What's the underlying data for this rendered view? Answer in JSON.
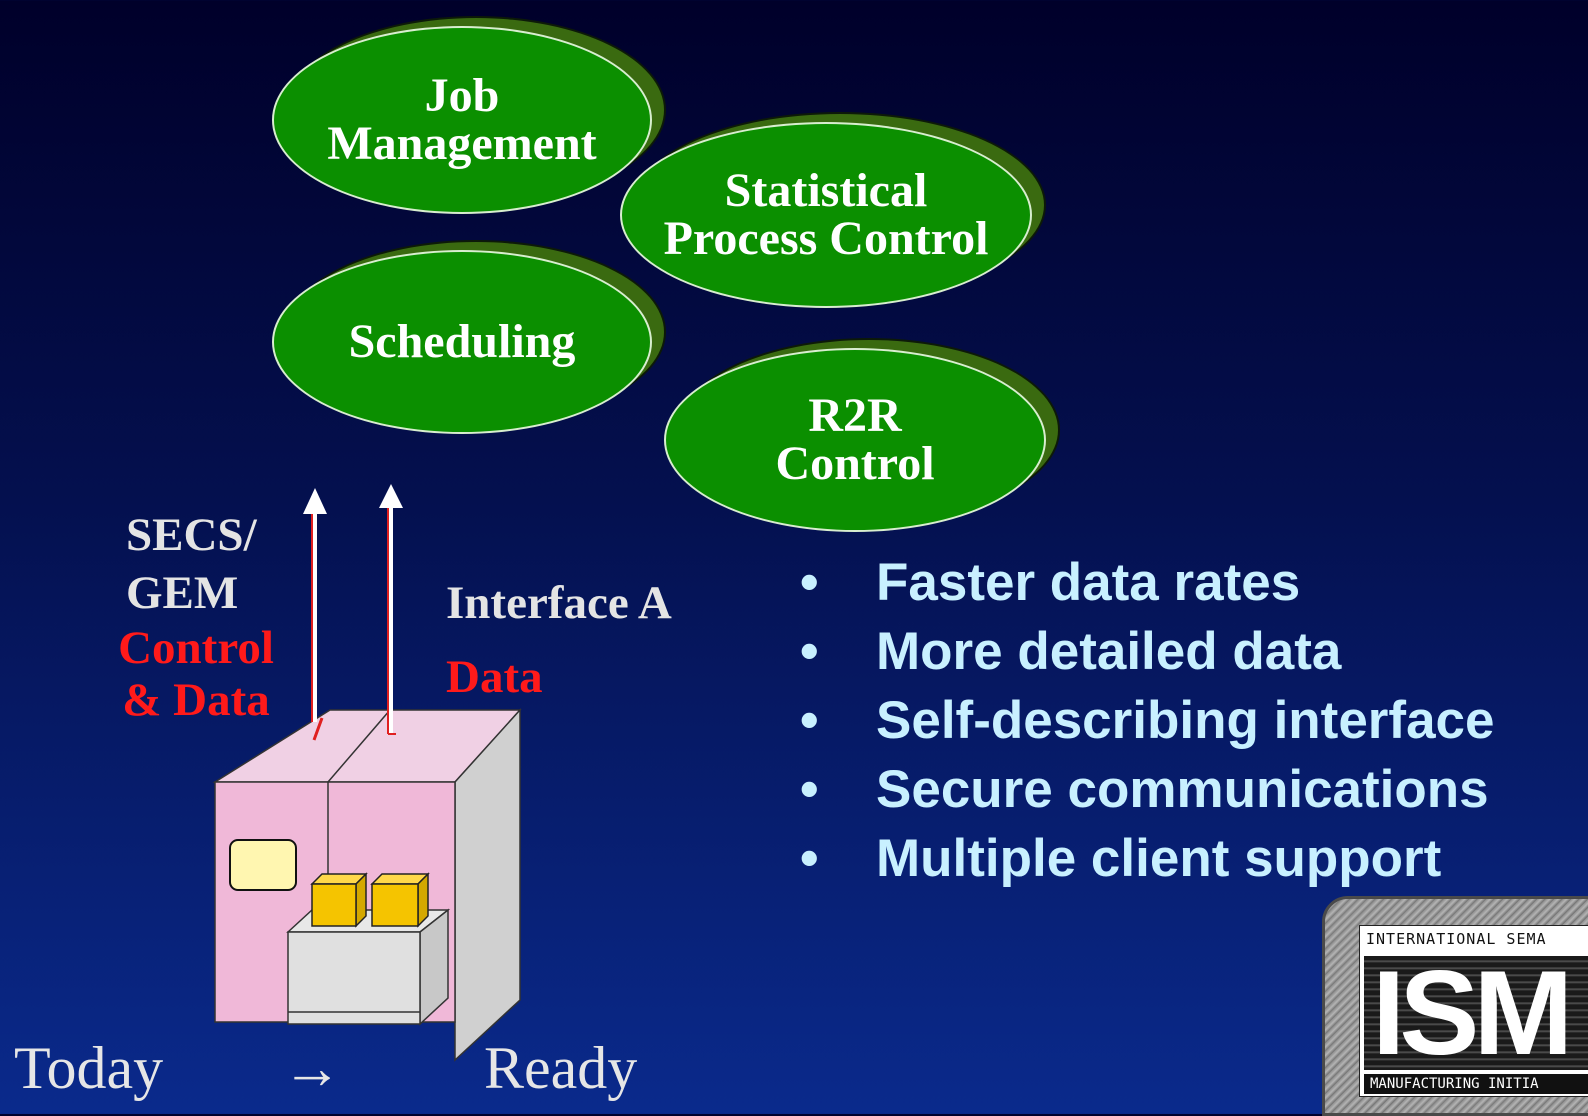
{
  "ovals": {
    "job_management": "Job\nManagement",
    "spc": "Statistical\nProcess Control",
    "scheduling": "Scheduling",
    "r2r": "R2R\nControl"
  },
  "left_labels": {
    "secs_gem": "SECS/\nGEM",
    "control_data": "Control\n& Data"
  },
  "right_labels": {
    "interface_a": "Interface A",
    "data": "Data"
  },
  "bullets": [
    "Faster data rates",
    "More detailed data",
    "Self-describing interface",
    "Secure communications",
    "Multiple client support"
  ],
  "bullet_symbol": "•",
  "footer": {
    "today": "Today",
    "arrow": "→",
    "ready": "Ready"
  },
  "logo": {
    "top_text": "INTERNATIONAL SEMA",
    "main_text": "ISM",
    "bottom_text": "MANUFACTURING INITIA"
  },
  "colors": {
    "oval_fill": "#0b8f00",
    "bullet_text": "#c8f0ff",
    "red_label": "#ff1a1a"
  }
}
